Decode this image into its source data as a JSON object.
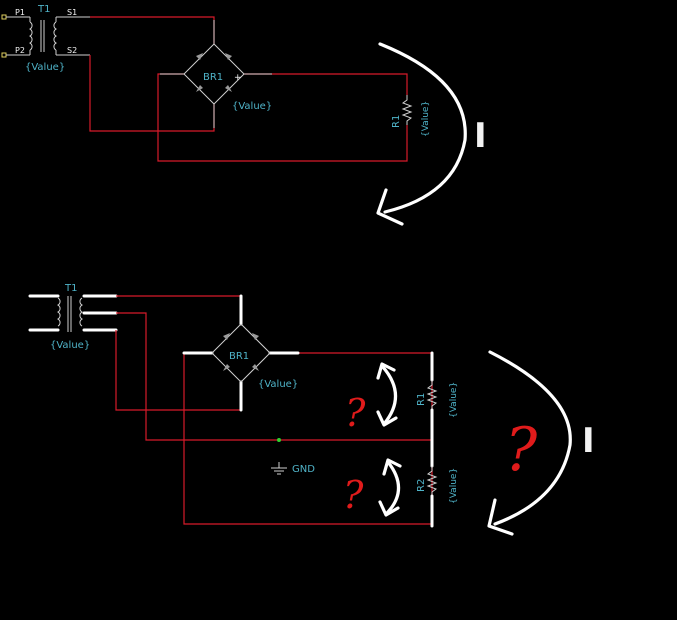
{
  "top_circuit": {
    "transformer": {
      "ref": "T1",
      "value": "{Value}",
      "p1": "P1",
      "p2": "P2",
      "s1": "S1",
      "s2": "S2"
    },
    "bridge": {
      "ref": "BR1",
      "value": "{Value}",
      "plus": "+",
      "minus": "−"
    },
    "resistor": {
      "ref": "R1",
      "value": "{Value}"
    },
    "current_label": "I"
  },
  "bottom_circuit": {
    "transformer": {
      "ref": "T1",
      "value": "{Value}"
    },
    "bridge": {
      "ref": "BR1",
      "value": "{Value}"
    },
    "r1": {
      "ref": "R1",
      "value": "{Value}"
    },
    "r2": {
      "ref": "R2",
      "value": "{Value}"
    },
    "ground": "GND",
    "question_r1": "?",
    "question_r2": "?",
    "question_big": "?",
    "current_label": "I"
  },
  "colors": {
    "wire": "#d61b2a",
    "label": "#f2f2f2",
    "value_text": "#4fb3c8",
    "annotation": "#ffffff",
    "question": "#e01b1b",
    "background": "#000000"
  }
}
